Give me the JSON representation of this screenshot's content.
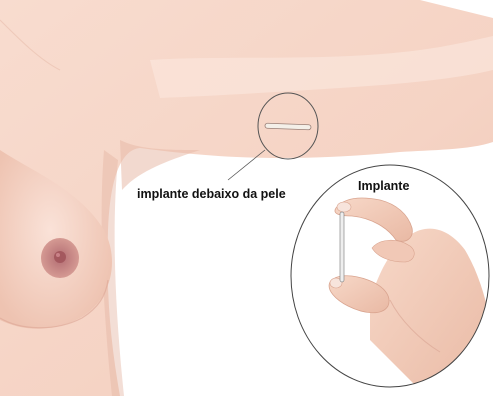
{
  "labels": {
    "under_skin": "implante debaixo da pele",
    "implant": "Implante"
  },
  "colors": {
    "skin_light": "#f9e1d8",
    "skin_mid": "#f1cbbd",
    "skin_shadow": "#e3b3a3",
    "areola": "#c98a86",
    "nipple": "#a96064",
    "outline": "#444444",
    "background": "#ffffff"
  },
  "icons": {
    "magnifier": "ellipse-outline",
    "implant_rod": "thin-rod"
  }
}
